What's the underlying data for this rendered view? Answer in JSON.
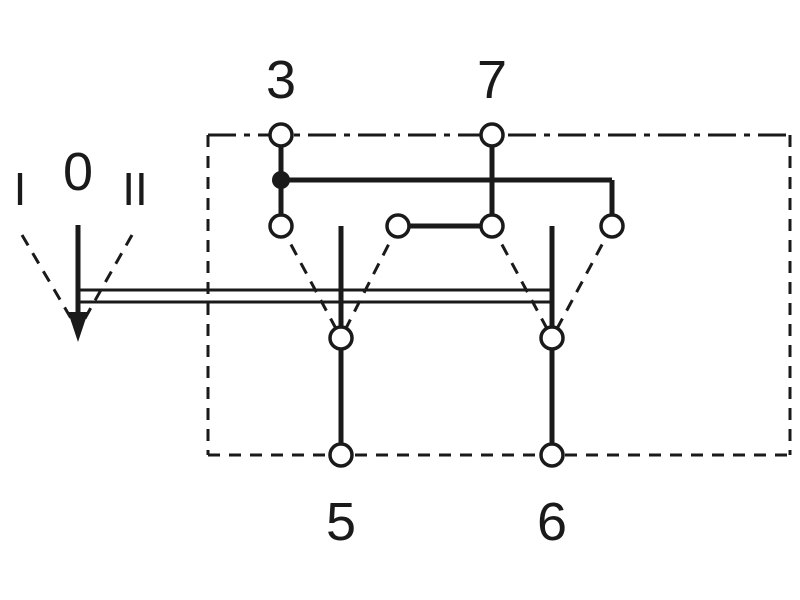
{
  "terminals": {
    "t3": "3",
    "t7": "7",
    "t5": "5",
    "t6": "6"
  },
  "positions": {
    "pos1": "I",
    "pos0": "0",
    "pos2": "II"
  },
  "colors": {
    "line": "#1a1a1a",
    "background": "#ffffff"
  }
}
